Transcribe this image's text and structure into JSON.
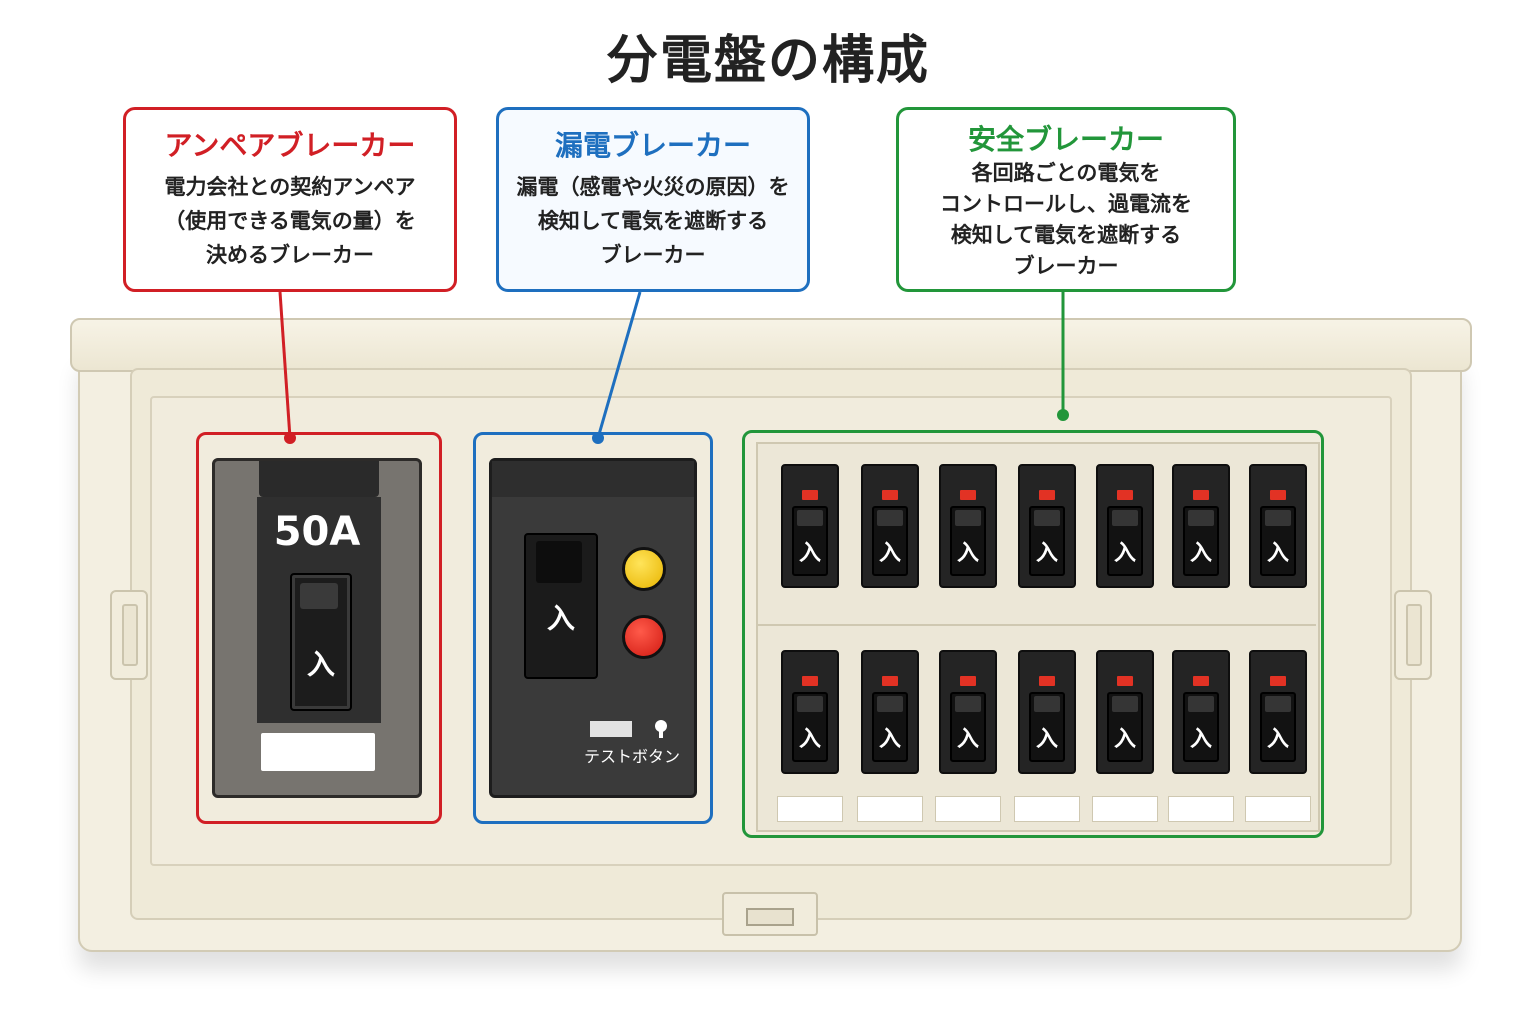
{
  "title": "分電盤の構成",
  "callouts": {
    "ampere": {
      "title": "アンペアブレーカー",
      "lines": [
        "電力会社との契約アンペア",
        "（使用できる電気の量）を",
        "決めるブレーカー"
      ]
    },
    "leakage": {
      "title": "漏電ブレーカー",
      "lines": [
        "漏電（感電や火災の原因）を",
        "検知して電気を遮断する",
        "ブレーカー"
      ]
    },
    "safety": {
      "title": "安全ブレーカー",
      "lines": [
        "各回路ごとの電気を",
        "コントロールし、過電流を",
        "検知して電気を遮断する",
        "ブレーカー"
      ]
    }
  },
  "colors": {
    "ampere": "#d11f25",
    "leakage": "#1e6fbf",
    "safety": "#22963a"
  },
  "ampere_breaker": {
    "rating": "50A",
    "switch_label": "入"
  },
  "leakage_breaker": {
    "switch_label": "入",
    "test_button_label": "テストボタン"
  },
  "safety_breakers": {
    "switch_label": "入",
    "rows": [
      [
        "入",
        "入",
        "入",
        "入",
        "入",
        "入",
        "入"
      ],
      [
        "入",
        "入",
        "入",
        "入",
        "入",
        "入",
        "入"
      ]
    ]
  }
}
